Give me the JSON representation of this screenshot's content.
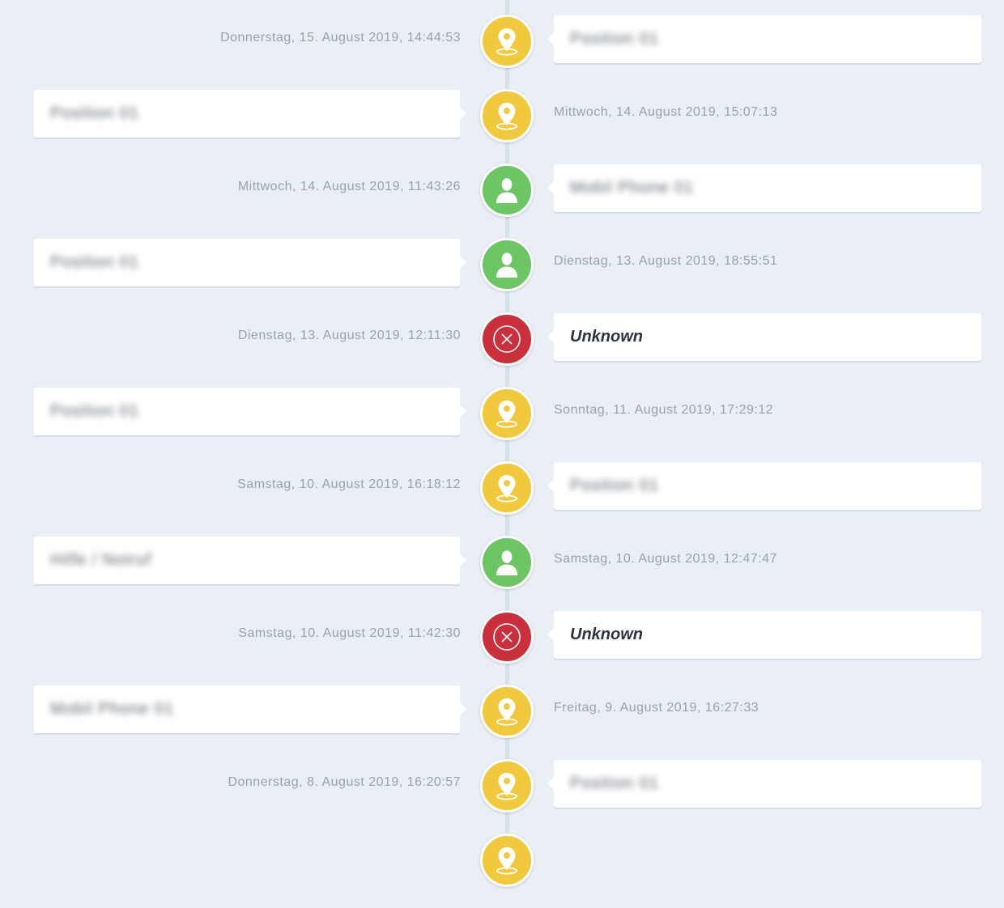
{
  "colors": {
    "background": "#e9eff5",
    "location": "#f0c93c",
    "person": "#6cc664",
    "unknown": "#c9303b",
    "card": "#ffffff"
  },
  "entries": [
    {
      "side": "right",
      "type": "location",
      "icon": "map-pin-icon",
      "date": "Donnerstag, 15. August 2019, 14:44:53",
      "label": "Position 01",
      "label_style": "blurred"
    },
    {
      "side": "left",
      "type": "location",
      "icon": "map-pin-icon",
      "date": "Mittwoch, 14. August 2019, 15:07:13",
      "label": "Position 01",
      "label_style": "blurred"
    },
    {
      "side": "right",
      "type": "person",
      "icon": "user-icon",
      "date": "Mittwoch, 14. August 2019, 11:43:26",
      "label": "Mobil Phone 01",
      "label_style": "blurred"
    },
    {
      "side": "left",
      "type": "person",
      "icon": "user-icon",
      "date": "Dienstag, 13. August 2019, 18:55:51",
      "label": "Position 01",
      "label_style": "blurred"
    },
    {
      "side": "right",
      "type": "unknown",
      "icon": "x-circle-icon",
      "date": "Dienstag, 13. August 2019, 12:11:30",
      "label": "Unknown",
      "label_style": "unknown"
    },
    {
      "side": "left",
      "type": "location",
      "icon": "map-pin-icon",
      "date": "Sonntag, 11. August 2019, 17:29:12",
      "label": "Position 01",
      "label_style": "blurred"
    },
    {
      "side": "right",
      "type": "location",
      "icon": "map-pin-icon",
      "date": "Samstag, 10. August 2019, 16:18:12",
      "label": "Position 01",
      "label_style": "blurred"
    },
    {
      "side": "left",
      "type": "person",
      "icon": "user-icon",
      "date": "Samstag, 10. August 2019, 12:47:47",
      "label": "Hilfe / Notruf",
      "label_style": "blurred"
    },
    {
      "side": "right",
      "type": "unknown",
      "icon": "x-circle-icon",
      "date": "Samstag, 10. August 2019, 11:42:30",
      "label": "Unknown",
      "label_style": "unknown"
    },
    {
      "side": "left",
      "type": "location",
      "icon": "map-pin-icon",
      "date": "Freitag, 9. August 2019, 16:27:33",
      "label": "Mobil Phone 01",
      "label_style": "blurred"
    },
    {
      "side": "right",
      "type": "location",
      "icon": "map-pin-icon",
      "date": "Donnerstag, 8. August 2019, 16:20:57",
      "label": "Position 01",
      "label_style": "blurred"
    },
    {
      "side": "right",
      "type": "location",
      "icon": "map-pin-icon",
      "date": "",
      "label": "",
      "label_style": "blurred"
    }
  ]
}
